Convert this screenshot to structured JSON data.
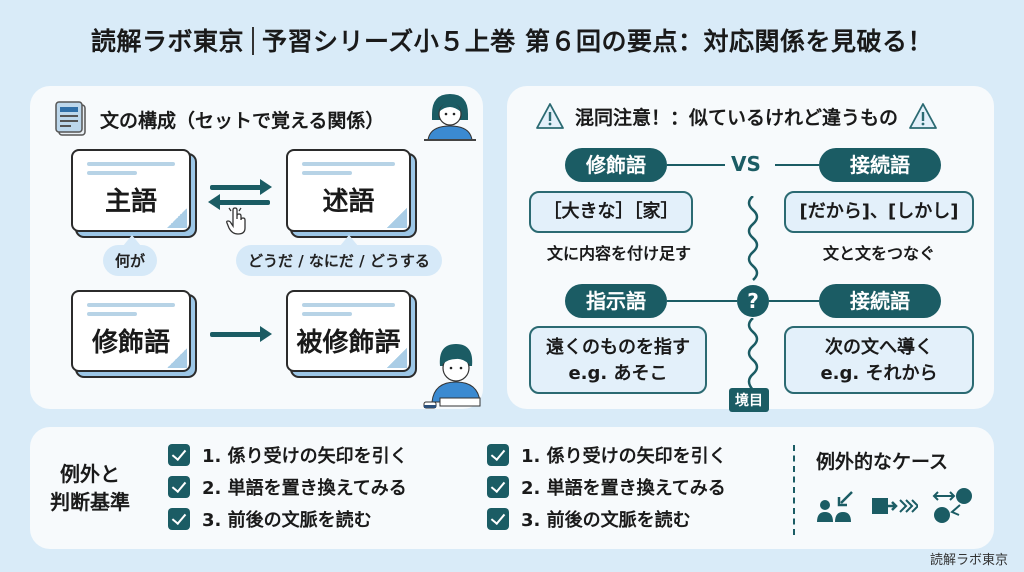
{
  "header": {
    "brand": "読解ラボ東京",
    "title": "予習シリーズ小５上巻 第６回の要点：対応関係を見破る！"
  },
  "structure_panel": {
    "heading": "文の構成（セットで覚える関係）",
    "cards": {
      "subject": "主語",
      "predicate": "述語",
      "modifier": "修飾語",
      "modified": "被修飾語"
    },
    "bubbles": {
      "subject_hint": "何が",
      "predicate_hint": "どうだ / なにだ / どうする"
    }
  },
  "confusion_panel": {
    "heading": "混同注意！：似ているけれど違うもの",
    "row1": {
      "left_pill": "修飾語",
      "connector": "VS",
      "right_pill": "接続語",
      "left_example": "［大きな］［家］",
      "right_example": "[だから]、[しかし]",
      "left_desc": "文に内容を付け足す",
      "right_desc": "文と文をつなぐ"
    },
    "row2": {
      "left_pill": "指示語",
      "connector": "?",
      "right_pill": "接続語",
      "left_box_line1": "遠くのものを指す",
      "left_box_line2": "e.g. あそこ",
      "right_box_line1": "次の文へ導く",
      "right_box_line2": "e.g. それから"
    },
    "boundary_label": "境目"
  },
  "criteria_panel": {
    "title_line1": "例外と",
    "title_line2": "判断基準",
    "checklist_a": [
      {
        "label": "1. 係り受けの矢印を引く",
        "checked": true
      },
      {
        "label": "2. 単語を置き換えてみる",
        "checked": true
      },
      {
        "label": "3. 前後の文脈を読む",
        "checked": true
      }
    ],
    "checklist_b": [
      {
        "label": "1. 係り受けの矢印を引く",
        "checked": true
      },
      {
        "label": "2. 単語を置き換えてみる",
        "checked": true
      },
      {
        "label": "3. 前後の文脈を読む",
        "checked": true
      }
    ],
    "exceptions_title": "例外的なケース"
  },
  "footer": {
    "brand": "読解ラボ東京"
  },
  "colors": {
    "accent": "#1b5c64",
    "background": "#d9ebf8",
    "panel": "#f7fafc",
    "bubble": "#d6e9f8"
  }
}
